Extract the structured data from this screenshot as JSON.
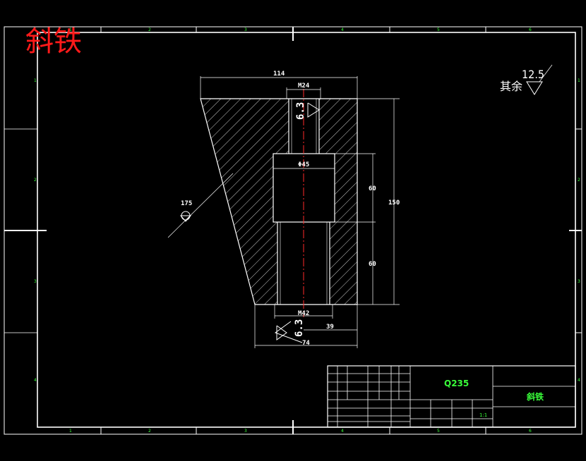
{
  "drawing_title": "斜铁",
  "dimensions": {
    "top_width": "114",
    "thread_top": "M24",
    "bore_diameter": "Φ45",
    "thread_bottom": "M42",
    "bore_depth": "60",
    "lower_depth": "60",
    "total_height": "150",
    "offset": "39",
    "bottom_width": "74",
    "roughness_top": "6.3",
    "roughness_bottom": "6.3",
    "roughness_side": "175"
  },
  "rest_surface": {
    "label": "其余",
    "value": "12.5"
  },
  "title_block": {
    "material": "Q235",
    "part_name": "斜铁",
    "scale": "1:1"
  },
  "colors": {
    "background": "#000000",
    "lines": "#ffffff",
    "title": "#ff1a1a",
    "title_block_text": "#39ff3a",
    "center_line": "#ff2a2a"
  }
}
